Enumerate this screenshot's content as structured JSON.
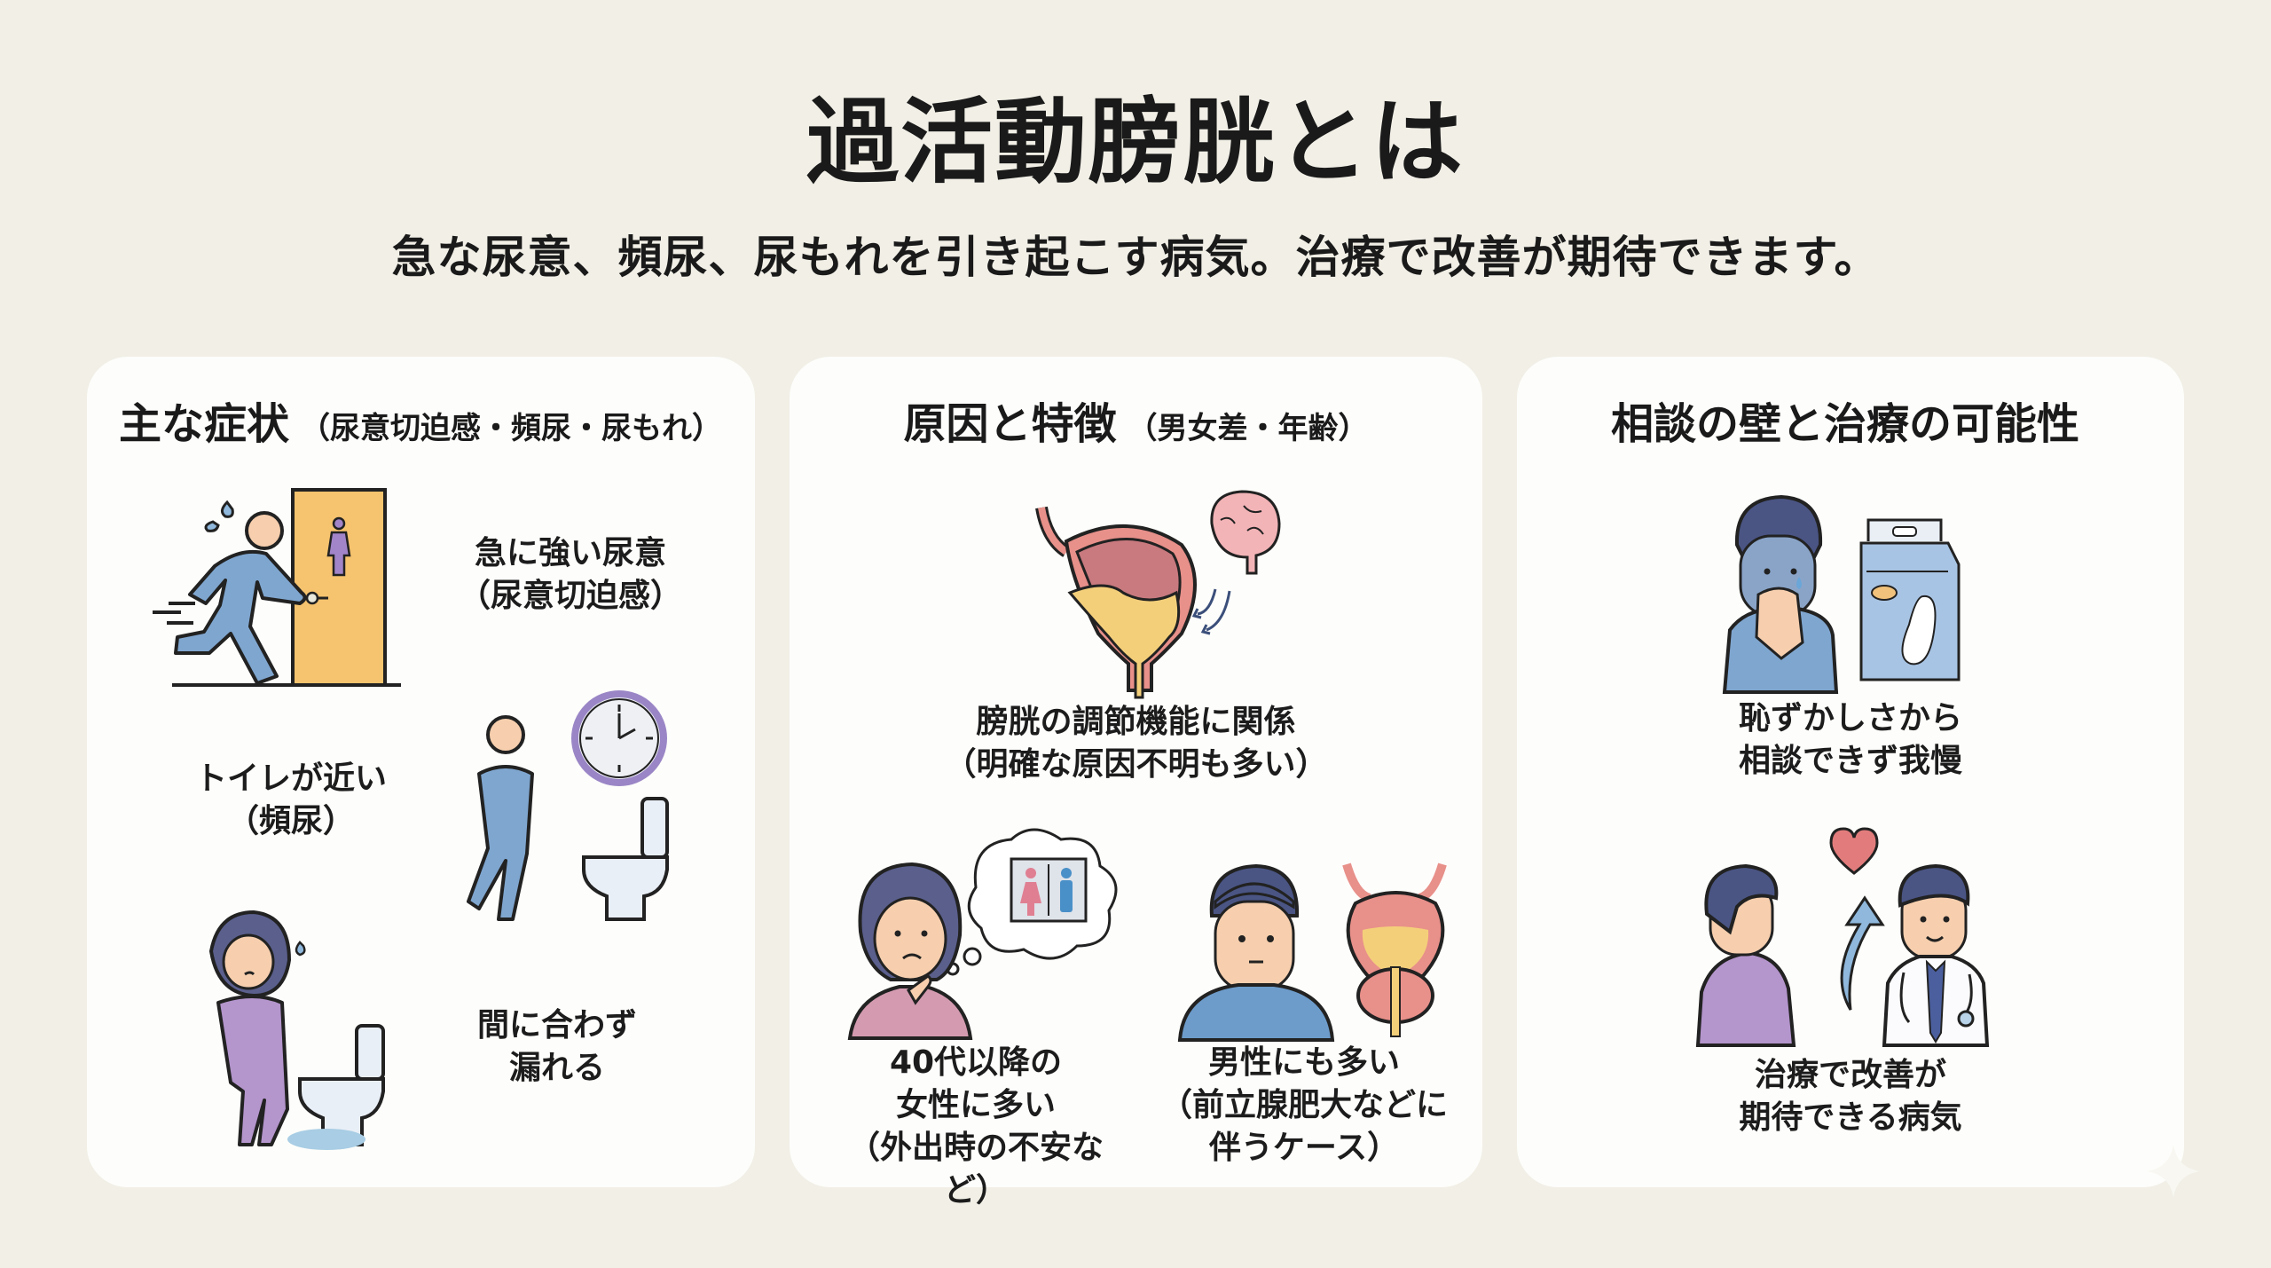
{
  "header": {
    "title": "過活動膀胱とは",
    "subtitle": "急な尿意、頻尿、尿もれを引き起こす病気。治療で改善が期待できます。"
  },
  "cards": [
    {
      "title": "主な症状",
      "title_sub": "（尿意切迫感・頻尿・尿もれ）",
      "items": [
        {
          "label": "急に強い尿意\n（尿意切迫感）",
          "icon": "person-running-to-toilet-icon"
        },
        {
          "label": "トイレが近い\n（頻尿）",
          "icon": "person-waiting-clock-toilet-icon"
        },
        {
          "label": "間に合わず\n漏れる",
          "icon": "woman-leaking-toilet-icon"
        }
      ]
    },
    {
      "title": "原因と特徴",
      "title_sub": "（男女差・年齢）",
      "items": [
        {
          "label": "膀胱の調節機能に関係\n（明確な原因不明も多い）",
          "icon": "bladder-brain-icon"
        },
        {
          "label": "40代以降の\n女性に多い\n（外出時の不安など）",
          "icon": "worried-woman-restroom-thought-icon"
        },
        {
          "label": "男性にも多い\n（前立腺肥大などに\n伴うケース）",
          "icon": "man-prostate-icon"
        }
      ]
    },
    {
      "title": "相談の壁と治療の可能性",
      "title_sub": "",
      "items": [
        {
          "label": "恥ずかしさから\n相談できず我慢",
          "icon": "embarrassed-man-pads-icon"
        },
        {
          "label": "治療で改善が\n期待できる病気",
          "icon": "patient-doctor-heart-icon"
        }
      ]
    }
  ],
  "colors": {
    "background": "#f1efe6",
    "card": "#fdfdfb",
    "text": "#1a1a1a",
    "figure_blue": "#7fa6cf",
    "skin": "#f7cfae",
    "door": "#f6c36e",
    "accent_purple": "#a284c9",
    "bladder_pink": "#e8908a",
    "urine_yellow": "#f4cf7a",
    "hair": "#525a86",
    "heart": "#e27c7c"
  }
}
